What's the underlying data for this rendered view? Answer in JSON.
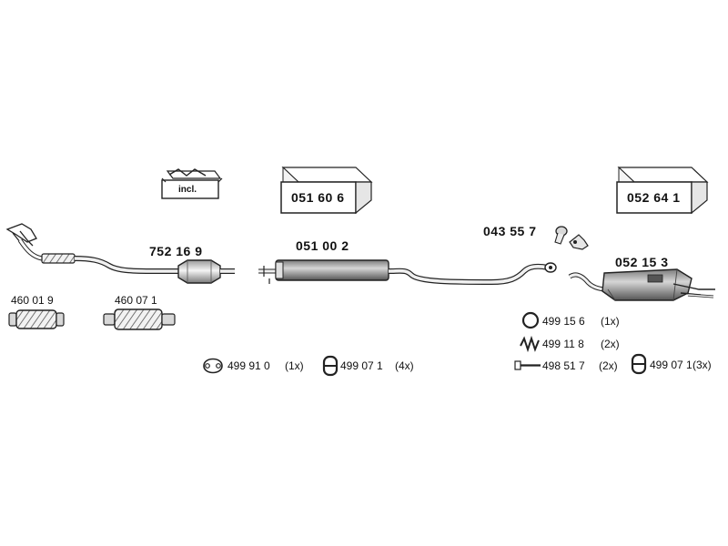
{
  "parts": {
    "kit_incl_label": "incl.",
    "kit_box_1": "051 60 6",
    "kit_box_2": "052 64 1",
    "catalytic_converter": "752 16 9",
    "middle_silencer": "051 00 2",
    "rear_silencer": "052 15 3",
    "flex_pipe_1": "460 01 9",
    "flex_pipe_2": "460 07 1",
    "bolt_clip": "043 55 7"
  },
  "accessories": {
    "gasket": {
      "part": "499 91 0",
      "qty": "(1x)"
    },
    "rubber_mount_left": {
      "part": "499 07 1",
      "qty": "(4x)"
    },
    "ring": {
      "part": "499 15 6",
      "qty": "(1x)"
    },
    "spring": {
      "part": "499 11 8",
      "qty": "(2x)"
    },
    "bolt": {
      "part": "498 51 7",
      "qty": "(2x)"
    },
    "rubber_mount_right": {
      "part": "499 07 1",
      "qty": "(3x)"
    }
  },
  "colors": {
    "line": "#222222",
    "fill_light": "#e8e8e8",
    "fill_mid": "#bdbdbd",
    "fill_dark": "#6f6f6f"
  }
}
